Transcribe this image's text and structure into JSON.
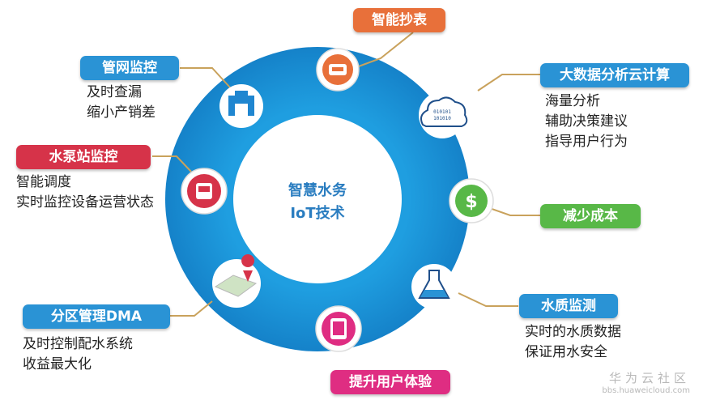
{
  "center": {
    "line1": "智慧水务",
    "line2": "IoT技术"
  },
  "nodes": {
    "meter": {
      "title": "智能抄表",
      "lines": [],
      "color": "#e8703a"
    },
    "pipe": {
      "title": "管网监控",
      "lines": [
        "及时查漏",
        "缩小产销差"
      ],
      "color": "#2a93d5"
    },
    "bigdata": {
      "title": "大数据分析云计算",
      "lines": [
        "海量分析",
        "辅助决策建议",
        "指导用户行为"
      ],
      "color": "#2a93d5"
    },
    "pump": {
      "title": "水泵站监控",
      "lines": [
        "智能调度",
        "实时监控设备运营状态"
      ],
      "color": "#d63349"
    },
    "cost": {
      "title": "减少成本",
      "lines": [],
      "color": "#58b847"
    },
    "dma": {
      "title": "分区管理DMA",
      "lines": [
        "及时控制配水系统",
        "收益最大化"
      ],
      "color": "#2a93d5"
    },
    "quality": {
      "title": "水质监测",
      "lines": [
        "实时的水质数据",
        "保证用水安全"
      ],
      "color": "#2a93d5"
    },
    "ux": {
      "title": "提升用户体验",
      "lines": [],
      "color": "#df2d82"
    }
  },
  "watermark": {
    "line1": "华为云社区",
    "line2": "bbs.huaweicloud.com"
  }
}
